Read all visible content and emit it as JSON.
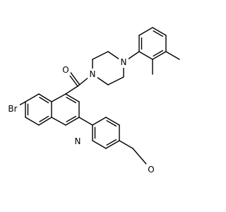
{
  "structure": {
    "atom_labels": {
      "bromine": "Br",
      "carbonyl_oxygen": "O",
      "piperazine_n_top": "N",
      "piperazine_n_bottom": "N",
      "quinoline_n": "N",
      "methoxy_oxygen": "O"
    },
    "colors": {
      "bond": "#000000",
      "label": "#000000",
      "background": "#ffffff"
    }
  }
}
